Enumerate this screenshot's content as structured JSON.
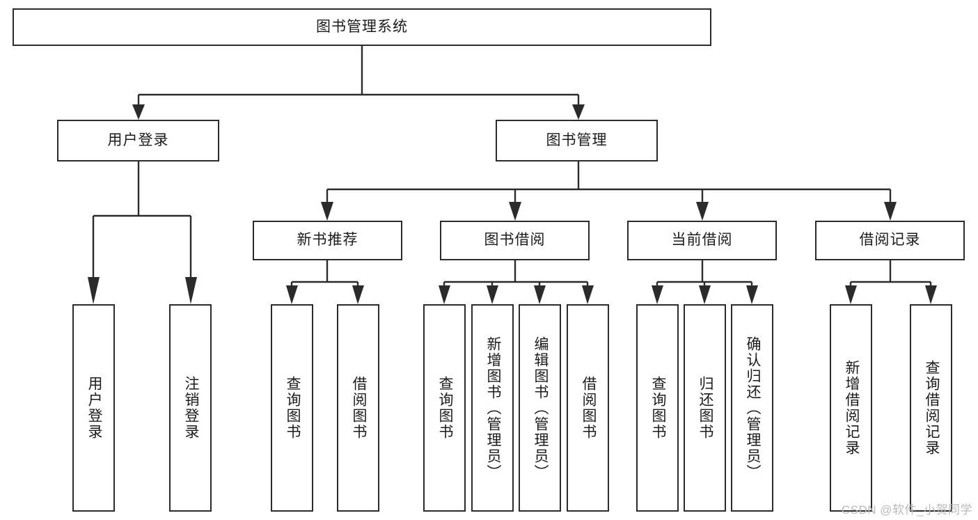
{
  "diagram": {
    "title": "图书管理系统",
    "type": "tree-hierarchy",
    "root": {
      "label": "图书管理系统"
    },
    "level2": [
      {
        "label": "用户登录"
      },
      {
        "label": "图书管理"
      }
    ],
    "level3": [
      {
        "label": "新书推荐"
      },
      {
        "label": "图书借阅"
      },
      {
        "label": "当前借阅"
      },
      {
        "label": "借阅记录"
      }
    ],
    "leaves": {
      "user_login": [
        {
          "label": "用户登录"
        },
        {
          "label": "注销登录"
        }
      ],
      "new_book_recommend": [
        {
          "label": "查询图书"
        },
        {
          "label": "借阅图书"
        }
      ],
      "book_borrow": [
        {
          "label": "查询图书"
        },
        {
          "label": "新增图书（管理员）"
        },
        {
          "label": "编辑图书（管理员）"
        },
        {
          "label": "借阅图书"
        }
      ],
      "current_borrow": [
        {
          "label": "查询图书"
        },
        {
          "label": "归还图书"
        },
        {
          "label": "确认归还（管理员）"
        }
      ],
      "borrow_record": [
        {
          "label": "新增借阅记录"
        },
        {
          "label": "查询借阅记录"
        }
      ]
    }
  },
  "watermark": {
    "text": "CSDN @软件_小贺同学"
  },
  "colors": {
    "border": "#2b2b2b",
    "background": "#ffffff",
    "text": "#1b1b1b",
    "watermark": "#b9b9b9"
  }
}
